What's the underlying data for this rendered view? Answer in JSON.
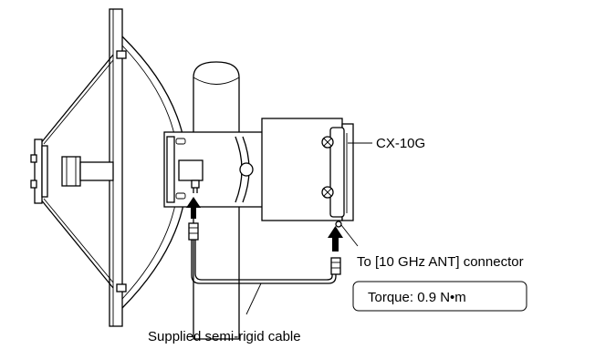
{
  "labels": {
    "model": "CX-10G",
    "connector": "To [10 GHz ANT] connector",
    "torque": "Torque: 0.9 N•m",
    "cable": "Supplied semi-rigid cable"
  }
}
